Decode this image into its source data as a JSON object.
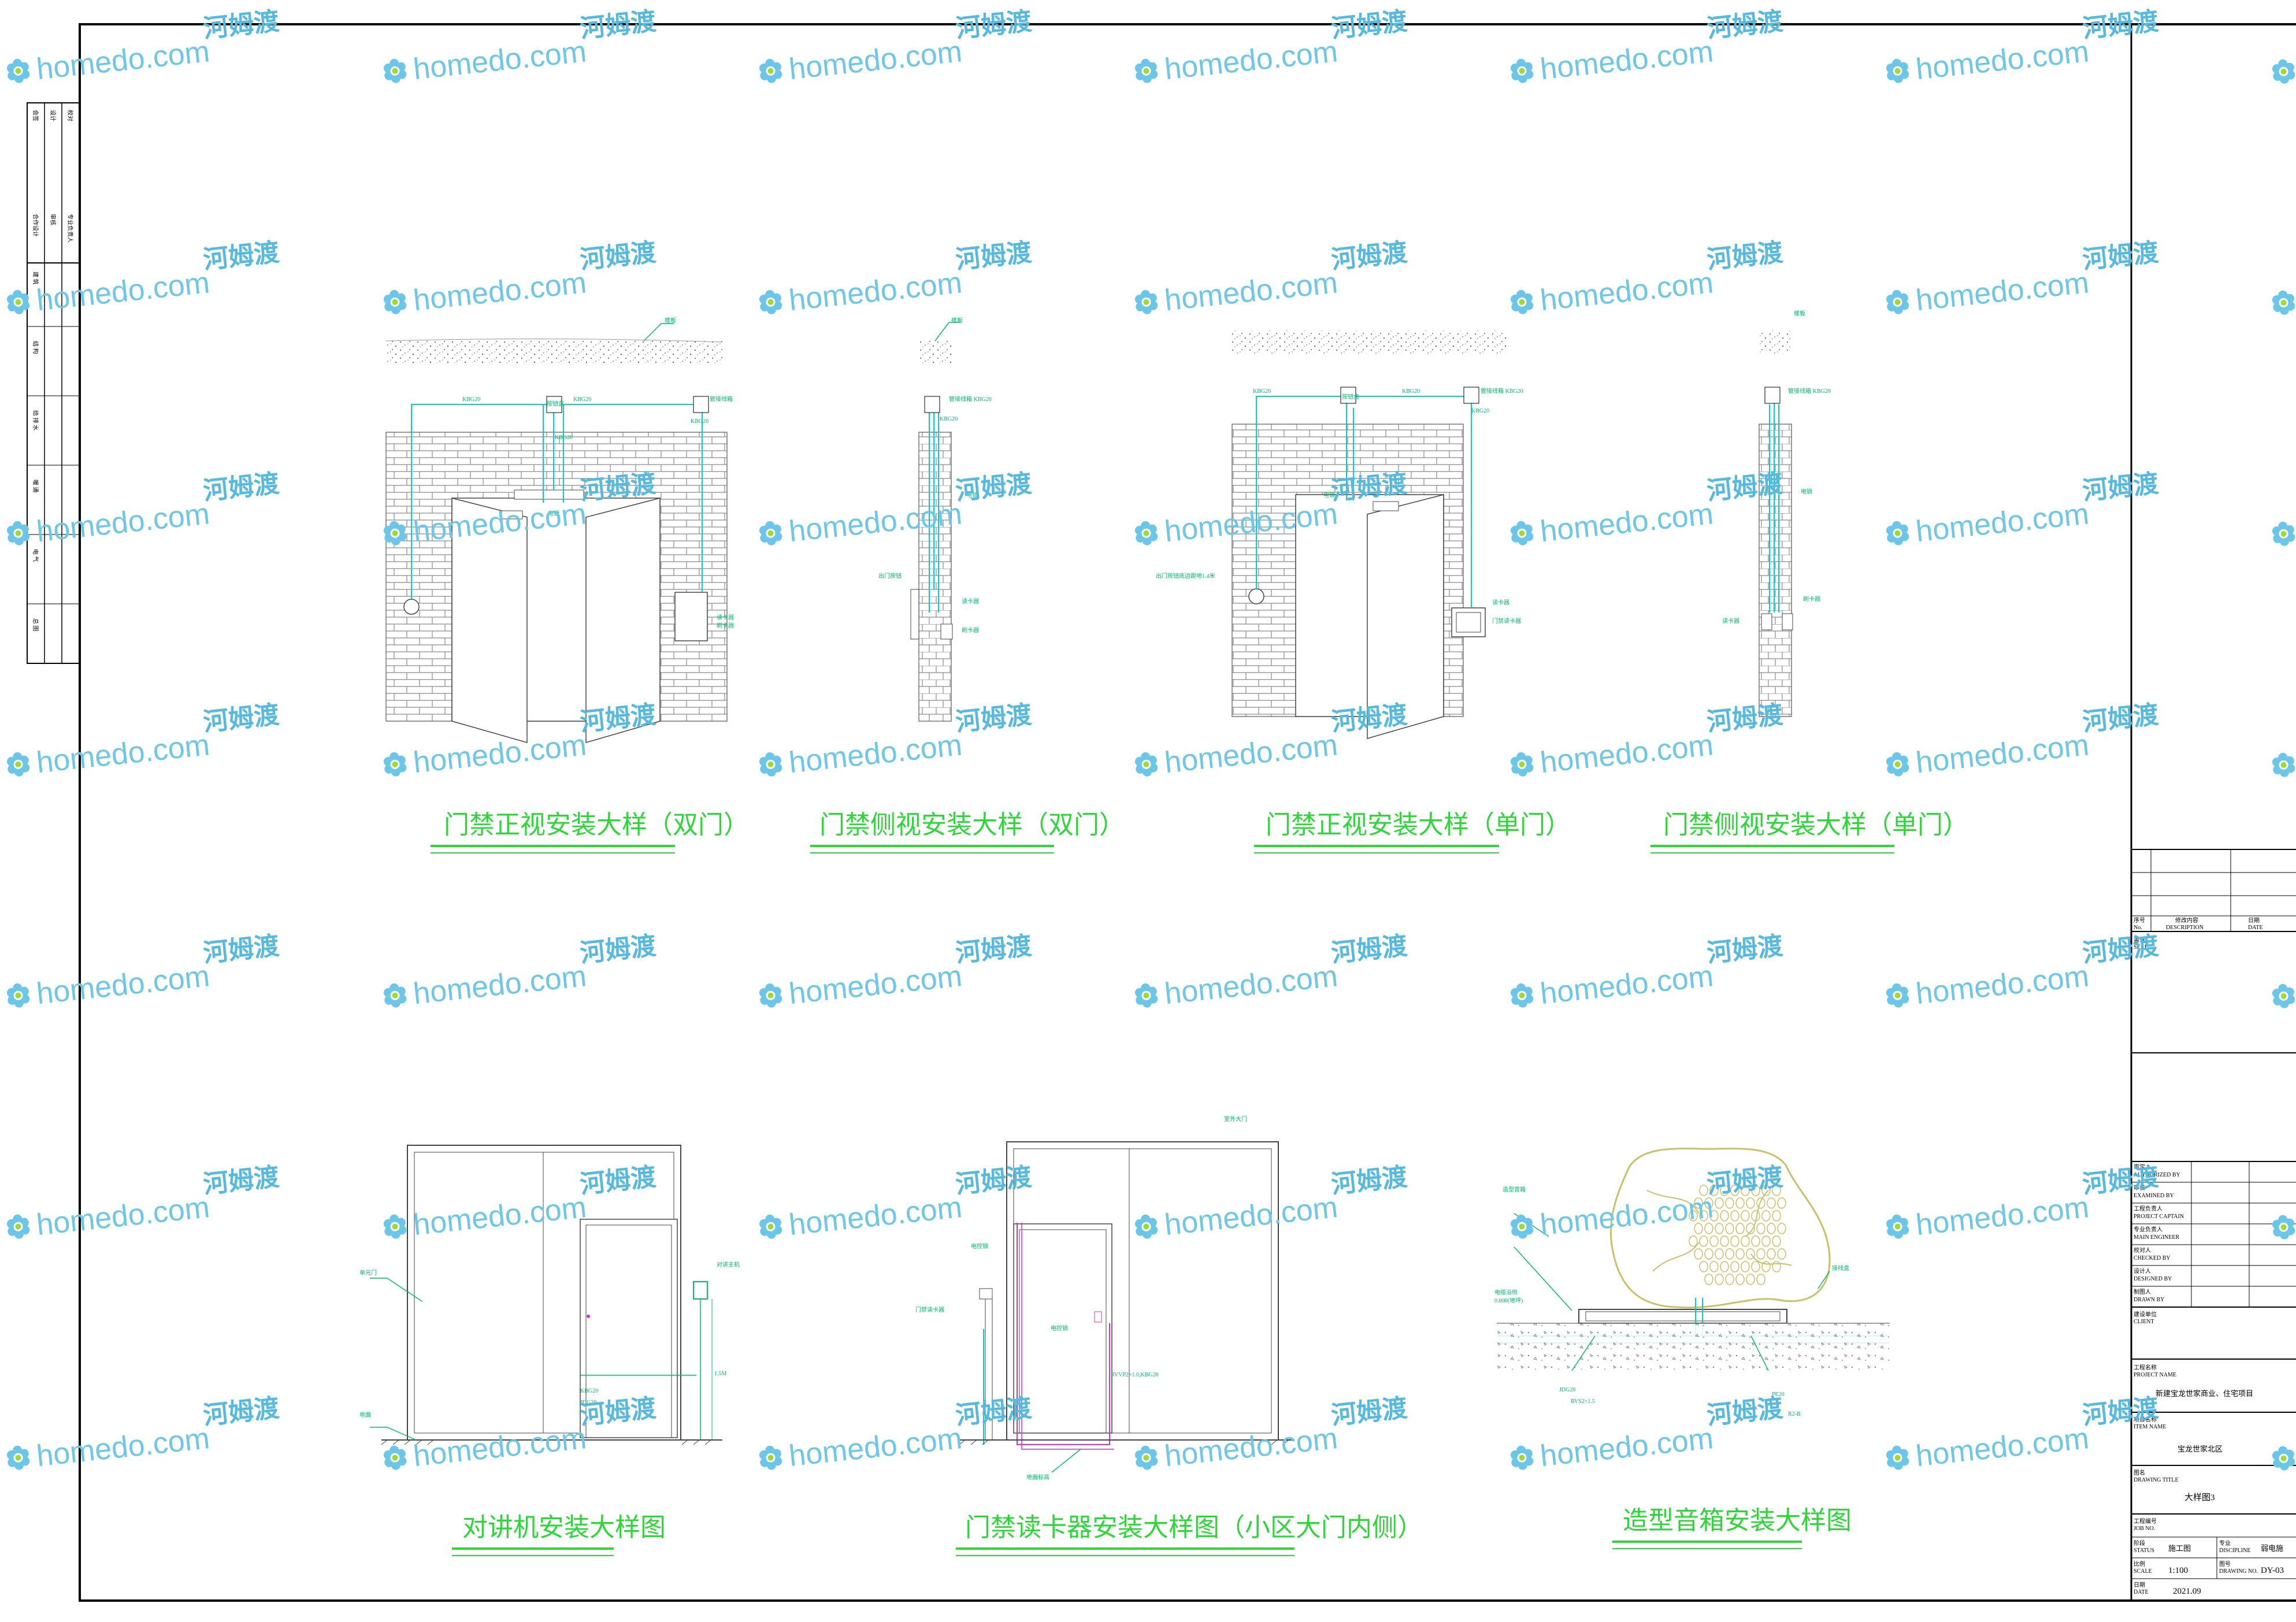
{
  "watermark": {
    "site": "homedo.com",
    "brand": "河姆渡"
  },
  "details": {
    "d1": {
      "title": "门禁正视安装大样（双门）",
      "labels": [
        "楼板",
        "KBG20",
        "KBG20",
        "KBG20",
        "按钮盒",
        "按钮盒",
        "KBG20",
        "管接线箱",
        "KBG20",
        "门磁",
        "电锁",
        "出门按钮",
        "读卡器",
        "刷卡器",
        "防卡"
      ]
    },
    "d2": {
      "title": "门禁侧视安装大样（双门）",
      "labels": [
        "楼板",
        "管接线箱 KBG20",
        "KBG20",
        "电锁",
        "出门按钮",
        "读卡器",
        "刷卡器"
      ]
    },
    "d3": {
      "title": "门禁正视安装大样（单门）",
      "labels": [
        "KBG20",
        "按钮盒",
        "KBG20",
        "管接线箱 KBG20",
        "KBG20",
        "KBG20",
        "电锁",
        "出门按钮底边距地1.4米",
        "读卡器",
        "门禁读卡器"
      ]
    },
    "d4": {
      "title": "门禁侧视安装大样（单门）",
      "labels": [
        "楼板",
        "管接线箱 KBG20",
        "电锁",
        "读卡器",
        "刷卡器"
      ]
    },
    "d5": {
      "title": "对讲机安装大样图",
      "labels": [
        "单元门",
        "对讲主机",
        "1.5M",
        "地面",
        "KBG20",
        "JDG20"
      ]
    },
    "d6": {
      "title": "门禁读卡器安装大样图（小区大门内侧）",
      "labels": [
        "室外大门",
        "电控锁",
        "门禁读卡器",
        "电控锁",
        "RVVP2×1.0,KBG20",
        "地面标高"
      ]
    },
    "d7": {
      "title": "造型音箱安装大样图",
      "labels": [
        "造型音箱",
        "电缆沿侧",
        "0.000(地坪)",
        "接线盒",
        "JDG20",
        "RVS2×1.5",
        "PE20",
        "R2-B"
      ]
    }
  },
  "left_strip": {
    "rows": [
      "会签",
      "设计",
      "校对",
      "合作设计",
      "审核",
      "专业负责人"
    ],
    "cols": [
      "建 筑",
      "结 构",
      "给 排 水",
      "暖 通",
      "电 气",
      "总 图"
    ]
  },
  "title_block": {
    "rev_headers": [
      "序号",
      "修改内容",
      "日期"
    ],
    "rev_headers_en": [
      "No.",
      "DESCRIPTION",
      "DATE"
    ],
    "seal_label": "盖章",
    "seal_en": "SEAL",
    "roles": [
      {
        "cn": "审定",
        "en": "AUTHORIZED BY"
      },
      {
        "cn": "审核",
        "en": "EXAMINED BY"
      },
      {
        "cn": "工程负责人",
        "en": "PROJECT CAPTAIN"
      },
      {
        "cn": "专业负责人",
        "en": "MAIN ENGINEER"
      },
      {
        "cn": "校对人",
        "en": "CHECKED BY"
      },
      {
        "cn": "设计人",
        "en": "DESIGNED BY"
      },
      {
        "cn": "制图人",
        "en": "DRAWN BY"
      }
    ],
    "client_label": "建设单位",
    "client_en": "CLIENT",
    "project_label": "工程名称",
    "project_en": "PROJECT NAME",
    "project_name": "新建宝龙世家商业、住宅项目",
    "item_label": "项目名称",
    "item_en": "ITEM NAME",
    "item_name": "宝龙世家北区",
    "drawing_label": "图名",
    "drawing_en": "DRAWING TITLE",
    "drawing_title": "大样图3",
    "job_label": "工程编号",
    "job_en": "JOB NO.",
    "status_label": "阶段",
    "status_en": "STATUS",
    "status_value": "施工图",
    "discipline_label": "专业",
    "discipline_en": "DISCIPLINE",
    "discipline_value": "弱电施",
    "scale_label": "比例",
    "scale_en": "SCALE",
    "scale_value": "1:100",
    "dwgno_label": "图号",
    "dwgno_en": "DRAWING NO.",
    "dwgno_value": "DY-03",
    "date_label": "日期",
    "date_en": "DATE",
    "date_value": "2021.09"
  },
  "colors": {
    "frame": "#000000",
    "brick": "#8a8a8a",
    "cyan": "#00d0d0",
    "green": "#00e060",
    "title_green": "#2fd63a",
    "magenta": "#cc33cc",
    "tan": "#c9c06a"
  }
}
